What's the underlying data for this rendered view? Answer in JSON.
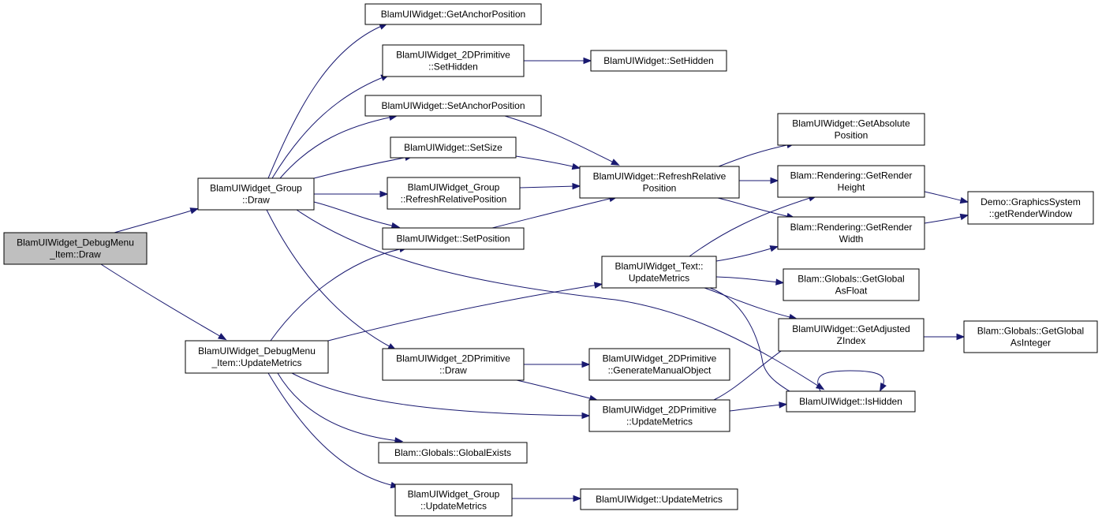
{
  "diagram": {
    "type": "call-graph",
    "edge_color": "#191970",
    "root_fill": "#bfbfbf",
    "nodes": [
      {
        "id": "n0",
        "lines": [
          "BlamUIWidget_DebugMenu",
          "_Item::Draw"
        ],
        "root": true
      },
      {
        "id": "n1",
        "lines": [
          "BlamUIWidget_Group",
          "::Draw"
        ]
      },
      {
        "id": "n2",
        "lines": [
          "BlamUIWidget_DebugMenu",
          "_Item::UpdateMetrics"
        ]
      },
      {
        "id": "n3",
        "lines": [
          "BlamUIWidget::GetAnchorPosition"
        ]
      },
      {
        "id": "n4",
        "lines": [
          "BlamUIWidget_2DPrimitive",
          "::SetHidden"
        ]
      },
      {
        "id": "n5",
        "lines": [
          "BlamUIWidget::SetAnchorPosition"
        ]
      },
      {
        "id": "n6",
        "lines": [
          "BlamUIWidget::SetSize"
        ]
      },
      {
        "id": "n7",
        "lines": [
          "BlamUIWidget_Group",
          "::RefreshRelativePosition"
        ]
      },
      {
        "id": "n8",
        "lines": [
          "BlamUIWidget::SetPosition"
        ]
      },
      {
        "id": "n9",
        "lines": [
          "BlamUIWidget_2DPrimitive",
          "::Draw"
        ]
      },
      {
        "id": "n10",
        "lines": [
          "Blam::Globals::GlobalExists"
        ]
      },
      {
        "id": "n11",
        "lines": [
          "BlamUIWidget_Group",
          "::UpdateMetrics"
        ]
      },
      {
        "id": "n12",
        "lines": [
          "BlamUIWidget::SetHidden"
        ]
      },
      {
        "id": "n13",
        "lines": [
          "BlamUIWidget::RefreshRelative",
          "Position"
        ]
      },
      {
        "id": "n14",
        "lines": [
          "BlamUIWidget_Text::",
          "UpdateMetrics"
        ]
      },
      {
        "id": "n15",
        "lines": [
          "BlamUIWidget_2DPrimitive",
          "::GenerateManualObject"
        ]
      },
      {
        "id": "n16",
        "lines": [
          "BlamUIWidget_2DPrimitive",
          "::UpdateMetrics"
        ]
      },
      {
        "id": "n17",
        "lines": [
          "BlamUIWidget::UpdateMetrics"
        ]
      },
      {
        "id": "n18",
        "lines": [
          "BlamUIWidget::GetAbsolute",
          "Position"
        ]
      },
      {
        "id": "n19",
        "lines": [
          "Blam::Rendering::GetRender",
          "Height"
        ]
      },
      {
        "id": "n20",
        "lines": [
          "Blam::Rendering::GetRender",
          "Width"
        ]
      },
      {
        "id": "n21",
        "lines": [
          "Blam::Globals::GetGlobal",
          "AsFloat"
        ]
      },
      {
        "id": "n22",
        "lines": [
          "BlamUIWidget::GetAdjusted",
          "ZIndex"
        ]
      },
      {
        "id": "n23",
        "lines": [
          "BlamUIWidget::IsHidden"
        ]
      },
      {
        "id": "n24",
        "lines": [
          "Demo::GraphicsSystem",
          "::getRenderWindow"
        ]
      },
      {
        "id": "n25",
        "lines": [
          "Blam::Globals::GetGlobal",
          "AsInteger"
        ]
      }
    ],
    "edges": [
      [
        "n0",
        "n1"
      ],
      [
        "n0",
        "n2"
      ],
      [
        "n1",
        "n3"
      ],
      [
        "n1",
        "n4"
      ],
      [
        "n1",
        "n5"
      ],
      [
        "n1",
        "n6"
      ],
      [
        "n1",
        "n7"
      ],
      [
        "n1",
        "n8"
      ],
      [
        "n1",
        "n9"
      ],
      [
        "n1",
        "n23"
      ],
      [
        "n2",
        "n8"
      ],
      [
        "n2",
        "n14"
      ],
      [
        "n2",
        "n16"
      ],
      [
        "n2",
        "n10"
      ],
      [
        "n2",
        "n11"
      ],
      [
        "n4",
        "n12"
      ],
      [
        "n5",
        "n13"
      ],
      [
        "n6",
        "n13"
      ],
      [
        "n7",
        "n13"
      ],
      [
        "n8",
        "n13"
      ],
      [
        "n9",
        "n15"
      ],
      [
        "n9",
        "n16"
      ],
      [
        "n11",
        "n17"
      ],
      [
        "n13",
        "n18"
      ],
      [
        "n13",
        "n19"
      ],
      [
        "n13",
        "n20"
      ],
      [
        "n14",
        "n19"
      ],
      [
        "n14",
        "n20"
      ],
      [
        "n14",
        "n21"
      ],
      [
        "n14",
        "n22"
      ],
      [
        "n14",
        "n23"
      ],
      [
        "n16",
        "n22"
      ],
      [
        "n16",
        "n23"
      ],
      [
        "n19",
        "n24"
      ],
      [
        "n20",
        "n24"
      ],
      [
        "n22",
        "n25"
      ],
      [
        "n23",
        "n23"
      ]
    ]
  }
}
